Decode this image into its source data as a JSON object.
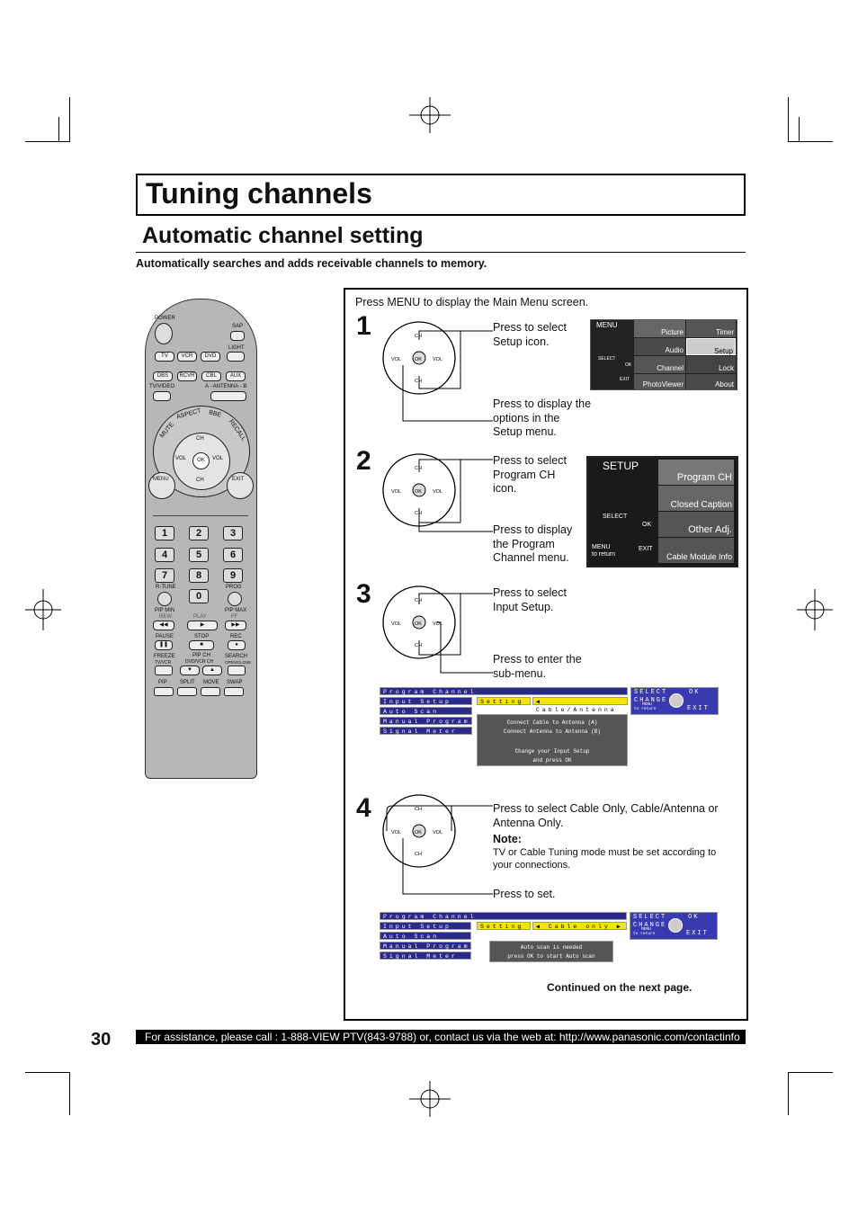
{
  "title": "Tuning channels",
  "subtitle": "Automatic channel setting",
  "intro": "Automatically searches and adds receivable channels to memory.",
  "page_number": "30",
  "footer": "For assistance, please call : 1-888-VIEW PTV(843-9788) or, contact us via the web at: http://www.panasonic.com/contactinfo",
  "remote": {
    "power": "POWER",
    "sap": "SAP",
    "light": "LIGHT",
    "row1": [
      "TV",
      "VCR",
      "DVD"
    ],
    "row2": [
      "DBS",
      "RCVR",
      "CBL",
      "AUX"
    ],
    "tvvideo": "TV/VIDEO",
    "antenna": "A - ANTENNA - B",
    "arc": [
      "MUTE",
      "ASPECT",
      "BBE",
      "RECALL"
    ],
    "ch": "CH",
    "vol": "VOL",
    "ok": "OK",
    "menu": "MENU",
    "exit": "EXIT",
    "digits": [
      "1",
      "2",
      "3",
      "4",
      "5",
      "6",
      "7",
      "8",
      "9",
      "0"
    ],
    "rtune": "R-TUNE",
    "prog": "PROG",
    "pipmin": "PIP MIN",
    "pipmax": "PIP MAX",
    "rew": "REW",
    "play": "PLAY",
    "ff": "FF",
    "pause": "PAUSE",
    "stop": "STOP",
    "rec": "REC",
    "freeze": "FREEZE",
    "tvvcr": "TV/VCR",
    "pipch": "PIP CH",
    "dvdvcrch": "DVD/VCR CH",
    "search": "SEARCH",
    "openclose": "OPEN/CLOSE",
    "pip": "PIP",
    "split": "SPLIT",
    "move": "MOVE",
    "swap": "SWAP"
  },
  "panel": {
    "intro": "Press MENU to display the Main Menu screen.",
    "steps": [
      {
        "num": "1",
        "a": "Press to select Setup icon.",
        "b": "Press to display the options in the Setup menu."
      },
      {
        "num": "2",
        "a": "Press to select Program CH icon.",
        "b": "Press to display the Program Channel menu."
      },
      {
        "num": "3",
        "a": "Press to select Input Setup.",
        "b": "Press to enter the sub-menu."
      },
      {
        "num": "4",
        "a": "Press to select Cable Only, Cable/Antenna or Antenna Only.",
        "note_label": "Note:",
        "note": "TV or Cable Tuning mode must be set according to your connections.",
        "b": "Press to set."
      }
    ],
    "continued": "Continued on the next page."
  },
  "main_menu": {
    "menu": "MENU",
    "select": "SELECT",
    "ok": "OK",
    "exit": "EXIT",
    "items": [
      "Picture",
      "Timer",
      "Audio",
      "Setup",
      "Channel",
      "Lock",
      "PhotoViewer",
      "About"
    ]
  },
  "setup_menu": {
    "title": "SETUP",
    "select": "SELECT",
    "ok": "OK",
    "menu": "MENU",
    "toreturn": "to return",
    "exit": "EXIT",
    "items": [
      "Program CH",
      "Closed Caption",
      "Other Adj.",
      "Cable Module Info"
    ]
  },
  "osd1": {
    "rows": [
      "Program Channel",
      "Input Setup",
      "Auto Scan",
      "Manual Program",
      "Signal Meter"
    ],
    "setting": "Setting",
    "value": "Cable/Antenna",
    "help": [
      "SELECT",
      "OK",
      "CHANGE",
      "MENU",
      "to return",
      "EXIT"
    ],
    "info": [
      "Connect Cable to Antenna (A)",
      "Connect Antenna to Antenna (B)",
      "Change your Input Setup",
      "and press OK"
    ]
  },
  "osd2": {
    "rows": [
      "Program Channel",
      "Input Setup",
      "Auto Scan",
      "Manual Program",
      "Signal Meter"
    ],
    "setting": "Setting",
    "value": "Cable only",
    "help": [
      "SELECT",
      "OK",
      "CHANGE",
      "MENU",
      "to return",
      "EXIT"
    ],
    "info": [
      "Auto scan is needed",
      "press OK to start Auto scan"
    ]
  },
  "colors": {
    "osd_blue": "#2a2a8a",
    "osd_yellow": "#f2e600",
    "help_blue": "#3a3ab0"
  }
}
